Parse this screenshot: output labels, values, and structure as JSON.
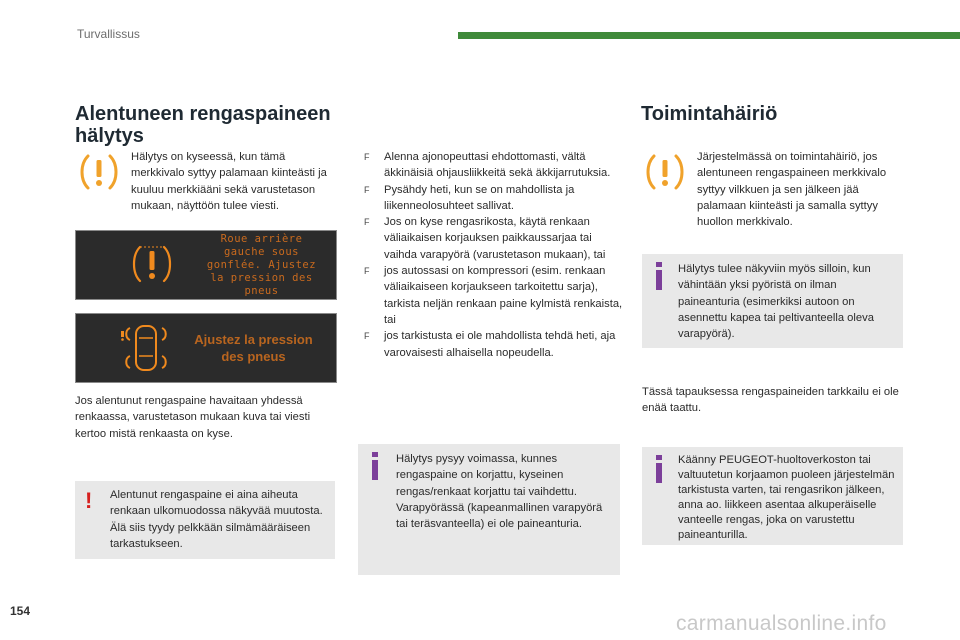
{
  "header": {
    "section": "Turvallissus",
    "rule_color": "#3f8a3a"
  },
  "left": {
    "title": "Alentuneen rengaspaineen hälytys",
    "intro": "Hälytys on kyseessä, kun tämä merkkivalo syttyy palamaan kiinteästi ja kuuluu merkkiääni sekä varustetason mukaan, näyttöön tulee viesti.",
    "display1_lines": [
      "Roue arrière",
      "gauche sous",
      "gonflée. Ajustez",
      "la pression des",
      "pneus"
    ],
    "display2_lines": [
      "Ajustez la pression",
      "des pneus"
    ],
    "after_displays": "Jos alentunut rengaspaine havaitaan yhdessä renkaassa, varustetason mukaan kuva tai viesti kertoo mistä renkaasta on kyse.",
    "warning_note": "Alentunut rengaspaine ei aina aiheuta renkaan ulkomuodossa näkyvää muutosta. Älä siis tyydy pelkkään silmämääräiseen tarkastukseen."
  },
  "middle": {
    "bullet_symbol": "F",
    "bullets": [
      "Alenna ajonopeuttasi ehdottomasti, vältä äkkinäisiä ohjausliikkeitä sekä äkkijarrutuksia.",
      "Pysähdy heti, kun se on mahdollista ja liikenneolosuhteet sallivat.",
      "Jos on kyse rengasrikosta, käytä renkaan väliaikaisen korjauksen paikkaussarjaa tai vaihda varapyörä (varustetason mukaan), tai",
      "jos autossasi on kompressori (esim. renkaan väliaikaiseen korjaukseen tarkoitettu sarja), tarkista neljän renkaan paine kylmistä renkaista, tai",
      "jos tarkistusta ei ole mahdollista tehdä heti, aja varovaisesti alhaisella nopeudella."
    ],
    "info_note": "Hälytys pysyy voimassa, kunnes rengaspaine on korjattu, kyseinen rengas/renkaat korjattu tai vaihdettu. Varapyörässä (kapeanmallinen varapyörä tai teräsvanteella) ei ole paineanturia."
  },
  "right": {
    "title": "Toimintahäiriö",
    "intro": "Järjestelmässä on toimintahäiriö, jos alentuneen rengaspaineen merkkivalo syttyy vilkkuen ja sen jälkeen jää palamaan kiinteästi ja samalla syttyy huollon merkkivalo.",
    "info_note1": "Hälytys tulee näkyviin myös silloin, kun vähintään yksi pyöristä on ilman paineanturia (esimerkiksi autoon on asennettu kapea tai peltivanteella oleva varapyörä).",
    "body": "Tässä tapauksessa rengaspaineiden tarkkailu ei ole enää taattu.",
    "info_note2": "Käänny PEUGEOT-huoltoverkoston tai valtuutetun korjaamon puoleen järjestelmän tarkistusta varten, tai rengasrikon jälkeen, anna ao. liikkeen asentaa alkuperäiselle vanteelle rengas, joka on varustettu paineanturilla."
  },
  "footer": {
    "page_number": "154",
    "watermark": "carmanualsonline.info"
  },
  "icons": {
    "tyre_warning": "tyre-pressure-warning-icon",
    "info": "info-icon",
    "warning": "exclamation-icon",
    "car": "car-topview-icon"
  },
  "colors": {
    "orange": "#f0a22b",
    "purple": "#7c3f9a",
    "red": "#d6201f"
  }
}
